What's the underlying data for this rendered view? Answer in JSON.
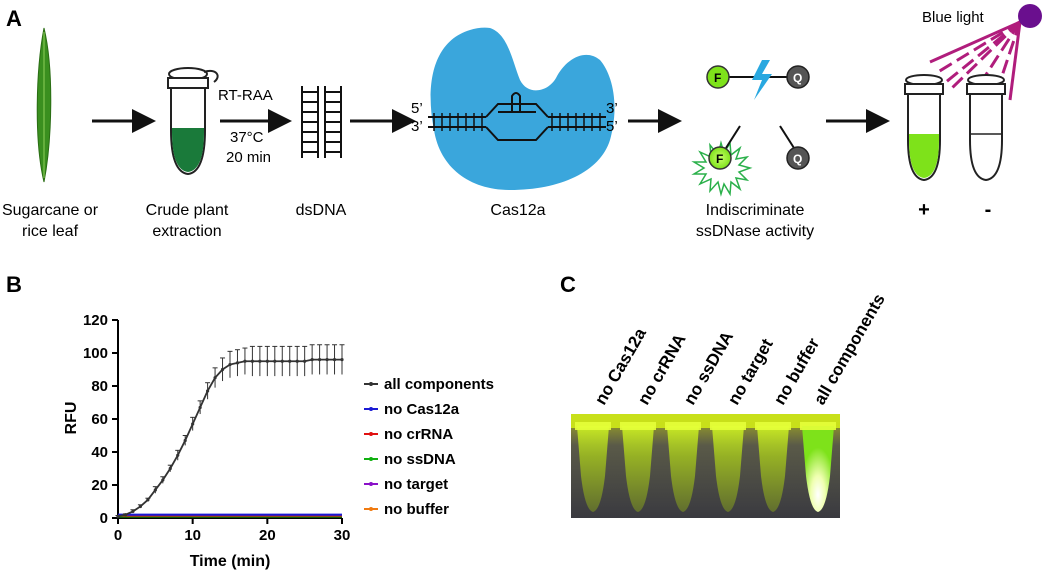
{
  "panel_labels": {
    "a": "A",
    "b": "B",
    "c": "C"
  },
  "panel_a": {
    "captions": {
      "leaf": [
        "Sugarcane or",
        "rice leaf"
      ],
      "tube": [
        "Crude plant",
        "extraction"
      ],
      "dsdna": "dsDNA",
      "cas": "Cas12a",
      "ssdnase": [
        "Indiscriminate",
        "ssDNase activity"
      ],
      "plus": "+",
      "minus": "-"
    },
    "reaction": {
      "method": "RT-RAA",
      "temp": "37°C",
      "time": "20 min"
    },
    "ends": {
      "left_top": "5’",
      "left_bottom": "3’",
      "right_top": "3’",
      "right_bottom": "5’"
    },
    "reporter": {
      "f": "F",
      "q": "Q"
    },
    "light_label": "Blue light",
    "colors": {
      "leaf": "#3a8f1f",
      "tube_fill": "#1a7a3a",
      "cas": "#3aa6dc",
      "green_glow": "#7ee21a",
      "light": "#b01d7c",
      "bolt": "#29a8e0"
    }
  },
  "chart_data": {
    "type": "line",
    "xlabel": "Time (min)",
    "ylabel": "RFU",
    "xlim": [
      0,
      30
    ],
    "ylim": [
      0,
      120
    ],
    "xticks": [
      0,
      10,
      20,
      30
    ],
    "yticks": [
      0,
      20,
      40,
      60,
      80,
      100,
      120
    ],
    "legend_position": "right",
    "x": [
      0,
      1,
      2,
      3,
      4,
      5,
      6,
      7,
      8,
      9,
      10,
      11,
      12,
      13,
      14,
      15,
      16,
      17,
      18,
      19,
      20,
      21,
      22,
      23,
      24,
      25,
      26,
      27,
      28,
      29,
      30
    ],
    "series": [
      {
        "name": "all components",
        "color": "#333333",
        "values": [
          1,
          2,
          4,
          7,
          11,
          17,
          23,
          30,
          38,
          47,
          57,
          67,
          77,
          85,
          90,
          93,
          94,
          95,
          95,
          95,
          95,
          95,
          95,
          95,
          95,
          95,
          96,
          96,
          96,
          96,
          96
        ],
        "errors": [
          0.5,
          0.5,
          1,
          1,
          1,
          2,
          2,
          2,
          3,
          3,
          4,
          4,
          5,
          6,
          7,
          8,
          8,
          8,
          9,
          9,
          9,
          9,
          9,
          9,
          9,
          9,
          9,
          9,
          9,
          9,
          9
        ]
      },
      {
        "name": "no Cas12a",
        "color": "#1a1ad4",
        "values": [
          2,
          2,
          2,
          2,
          2,
          2,
          2,
          2,
          2,
          2,
          2,
          2,
          2,
          2,
          2,
          2,
          2,
          2,
          2,
          2,
          2,
          2,
          2,
          2,
          2,
          2,
          2,
          2,
          2,
          2,
          2
        ]
      },
      {
        "name": "no crRNA",
        "color": "#e01010",
        "values": [
          1.5,
          1.5,
          1.5,
          1.5,
          1.5,
          1.5,
          1.5,
          1.5,
          1.5,
          1.5,
          1.5,
          1.5,
          1.5,
          1.5,
          1.5,
          1.5,
          1.5,
          1.5,
          1.5,
          1.5,
          1.5,
          1.5,
          1.5,
          1.5,
          1.5,
          1.5,
          1.5,
          1.5,
          1.5,
          1.5,
          1.5
        ]
      },
      {
        "name": "no ssDNA",
        "color": "#10b010",
        "values": [
          1,
          1,
          1,
          1,
          1,
          1,
          1,
          1,
          1,
          1,
          1,
          1,
          1,
          1,
          1,
          1,
          1,
          1,
          1,
          1,
          1,
          1,
          1,
          1,
          1,
          1,
          1,
          1,
          1,
          1,
          1
        ]
      },
      {
        "name": "no target",
        "color": "#8a10c8",
        "values": [
          1.5,
          1.5,
          1.5,
          1.5,
          1.5,
          1.5,
          1.5,
          1.5,
          1.5,
          1.5,
          1.5,
          1.5,
          1.5,
          1.5,
          1.5,
          1.5,
          1.5,
          1.5,
          1.5,
          1.5,
          1.5,
          1.5,
          1.5,
          1.5,
          1.5,
          1.5,
          1.5,
          1.5,
          1.5,
          1.5,
          1.5
        ]
      },
      {
        "name": "no buffer",
        "color": "#f07a10",
        "values": [
          1,
          1,
          1,
          1,
          1,
          1,
          1,
          1,
          1,
          1,
          1,
          1,
          1,
          1,
          1,
          1,
          1,
          1,
          1,
          1,
          1,
          1,
          1,
          1,
          1,
          1,
          1,
          1,
          1,
          1,
          1
        ]
      }
    ]
  },
  "panel_c": {
    "labels": [
      "no Cas12a",
      "no crRNA",
      "no ssDNA",
      "no target",
      "no buffer",
      "all components"
    ]
  }
}
